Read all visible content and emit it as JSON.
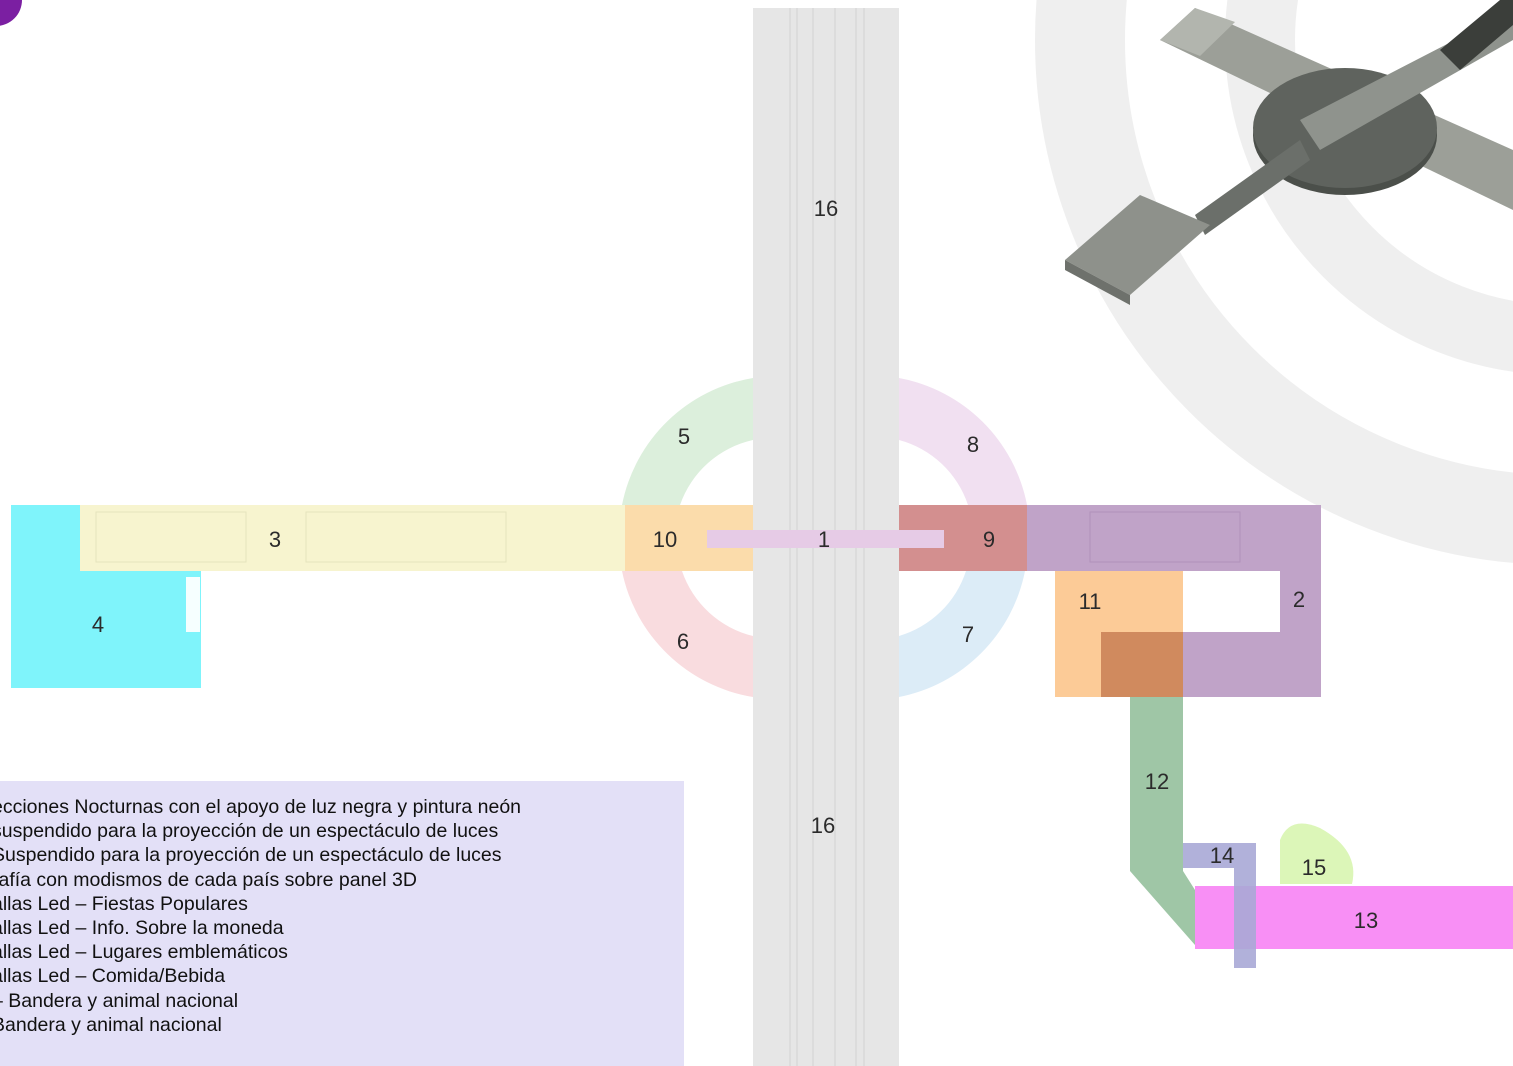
{
  "zones": {
    "z1": "1",
    "z2": "2",
    "z3": "3",
    "z4": "4",
    "z5": "5",
    "z6": "6",
    "z7": "7",
    "z8": "8",
    "z9": "9",
    "z10": "10",
    "z11": "11",
    "z12": "12",
    "z13": "13",
    "z14": "14",
    "z15": "15",
    "z16_top": "16",
    "z16_bottom": "16"
  },
  "legend": {
    "items": [
      "ecciones Nocturnas con el apoyo de  luz negra y pintura neón",
      "suspendido para la proyección de un espectáculo de luces",
      "Suspendido para la proyección de un espectáculo de luces",
      "rafía con modismos de cada país sobre panel 3D",
      "allas Led – Fiestas Populares",
      "allas Led – Info. Sobre la moneda",
      "allas Led – Lugares emblemáticos",
      "allas Led – Comida/Bebida",
      "– Bandera y animal nacional",
      "Bandera y animal nacional"
    ]
  },
  "colors": {
    "zone1": "#e6cbe6",
    "zone2": "#c0a3c8",
    "zone3": "#f7f4cf",
    "zone4": "#7ff4fb",
    "zone5": "#dcefdc",
    "zone6": "#f9dcdf",
    "zone7": "#dcecf7",
    "zone8": "#f1e0f1",
    "zone9": "#d38f8f",
    "zone10": "#fbdcab",
    "zone11": "#fccb97",
    "zone12": "#9fc6a6",
    "zone13": "#f88ff5",
    "zone14": "#a8a8d6",
    "zone15": "#dcf6b8",
    "zone16": "#e6e6e6",
    "legend_bg": "#e3e0f7",
    "logo": "#7b1fa2"
  },
  "icons": [
    "3d-building-model",
    "concentric-arcs-decoration",
    "logo-badge"
  ]
}
